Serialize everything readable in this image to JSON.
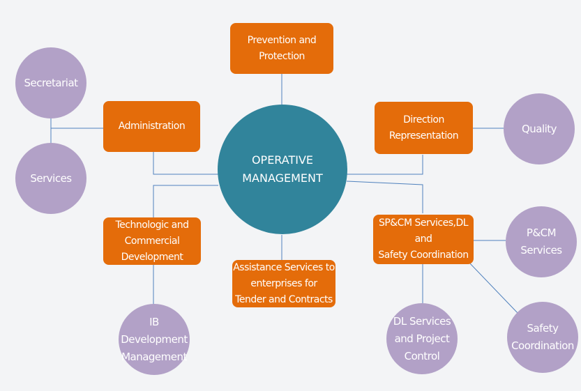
{
  "center": {
    "label": "OPERATIVE\nMANAGEMENT"
  },
  "rects": {
    "prevention": "Prevention and\nProtection",
    "administration": "Administration",
    "direction": "Direction\nRepresentation",
    "technologic": "Technologic and\nCommercial\nDevelopment",
    "assistance": "Assistance Services to\nenterprises for\nTender and Contracts",
    "spcm": "SP&CM  Services,DL and\nSafety Coordination"
  },
  "circles": {
    "secretariat": "Secretariat",
    "services": "Services",
    "quality": "Quality",
    "ib": "IB\nDevelopment\nManagement",
    "pcm": "P&CM\nServices",
    "dl": "DL Services\nand Project\nControl",
    "safety": "Safety\nCoordination"
  },
  "colors": {
    "rect_fill": "#e46c0a",
    "circle_fill": "#b2a1c7",
    "center_fill": "#31849b",
    "connector": "#4f81bd",
    "text": "#ffffff"
  }
}
